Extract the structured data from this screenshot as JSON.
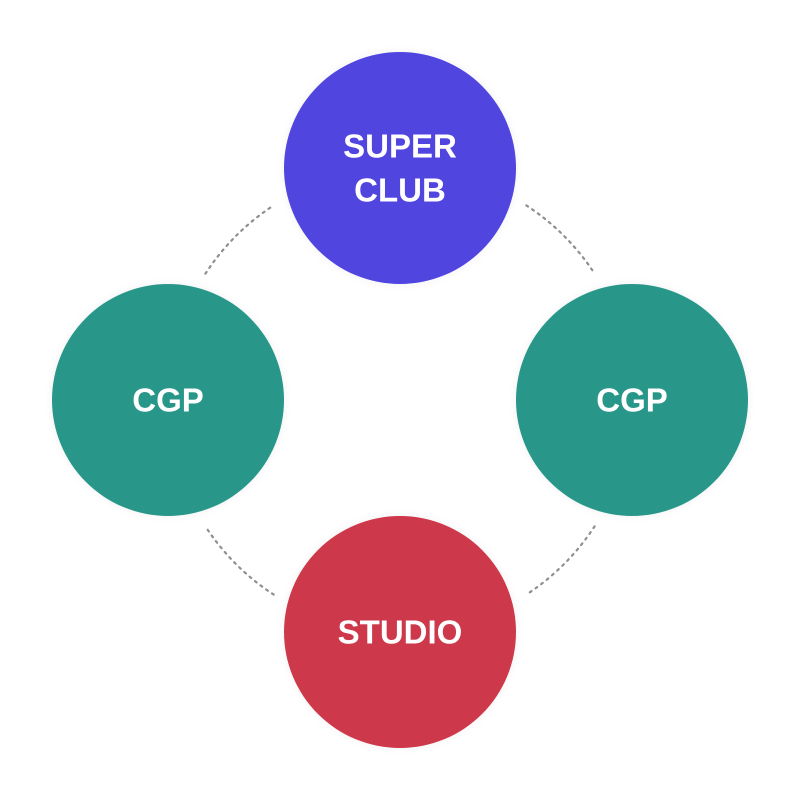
{
  "diagram": {
    "nodes": [
      {
        "id": "top",
        "label_lines": [
          "SUPER",
          "CLUB"
        ],
        "color": "#5145E0"
      },
      {
        "id": "left",
        "label_lines": [
          "CGP"
        ],
        "color": "#28978A"
      },
      {
        "id": "right",
        "label_lines": [
          "CGP"
        ],
        "color": "#28978A"
      },
      {
        "id": "bottom",
        "label_lines": [
          "STUDIO"
        ],
        "color": "#CD384B"
      }
    ],
    "edges": [
      [
        "top",
        "right"
      ],
      [
        "right",
        "bottom"
      ],
      [
        "bottom",
        "left"
      ],
      [
        "left",
        "top"
      ]
    ],
    "connector_style": "dotted",
    "connector_color": "#8F8F8F",
    "background": "#FFFFFF"
  }
}
